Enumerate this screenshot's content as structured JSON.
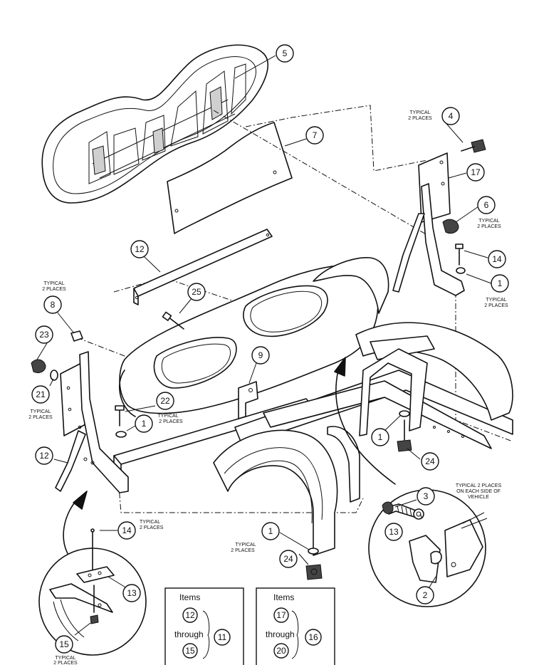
{
  "notes": {
    "typical_2_places": "TYPICAL 2 PLACES",
    "typical_2_line1": "TYPICAL",
    "typical_2_line2": "2 PLACES",
    "each_side_line1": "TYPICAL 2 PLACES",
    "each_side_line2": "ON EACH SIDE OF",
    "each_side_line3": "VEHICLE"
  },
  "callouts": [
    "5",
    "4",
    "7",
    "17",
    "6",
    "14",
    "1",
    "12",
    "25",
    "8",
    "9",
    "23",
    "21",
    "22",
    "1",
    "12",
    "1",
    "24",
    "3",
    "13",
    "2",
    "14",
    "1",
    "24",
    "13",
    "15"
  ],
  "legend": [
    {
      "title": "Items",
      "from": "12",
      "through": "through",
      "to": "15",
      "assembly": "11"
    },
    {
      "title": "Items",
      "from": "17",
      "through": "through",
      "to": "20",
      "assembly": "16"
    }
  ]
}
